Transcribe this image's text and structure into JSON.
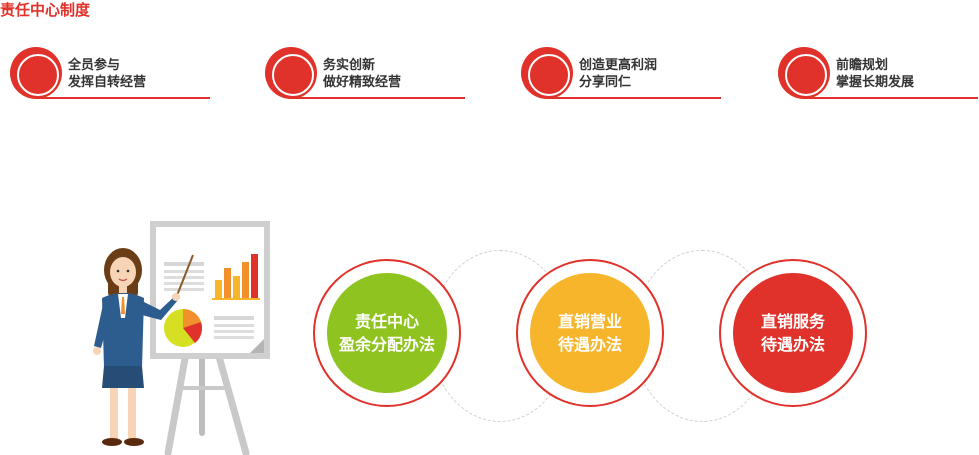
{
  "page_title": "责任中心制度",
  "colors": {
    "accent": "#e0322a",
    "green": "#8fc31f",
    "yellow": "#f7b52c",
    "red": "#e0322a"
  },
  "principles": [
    {
      "line1": "全员参与",
      "line2": "发挥自转经营"
    },
    {
      "line1": "务实创新",
      "line2": "做好精致经营"
    },
    {
      "line1": "创造更高利润",
      "line2": "分享同仁"
    },
    {
      "line1": "前瞻规划",
      "line2": "掌握长期发展"
    }
  ],
  "methods": [
    {
      "line1": "责任中心",
      "line2": "盈余分配办法"
    },
    {
      "line1": "直销营业",
      "line2": "待遇办法"
    },
    {
      "line1": "直销服务",
      "line2": "待遇办法"
    }
  ]
}
